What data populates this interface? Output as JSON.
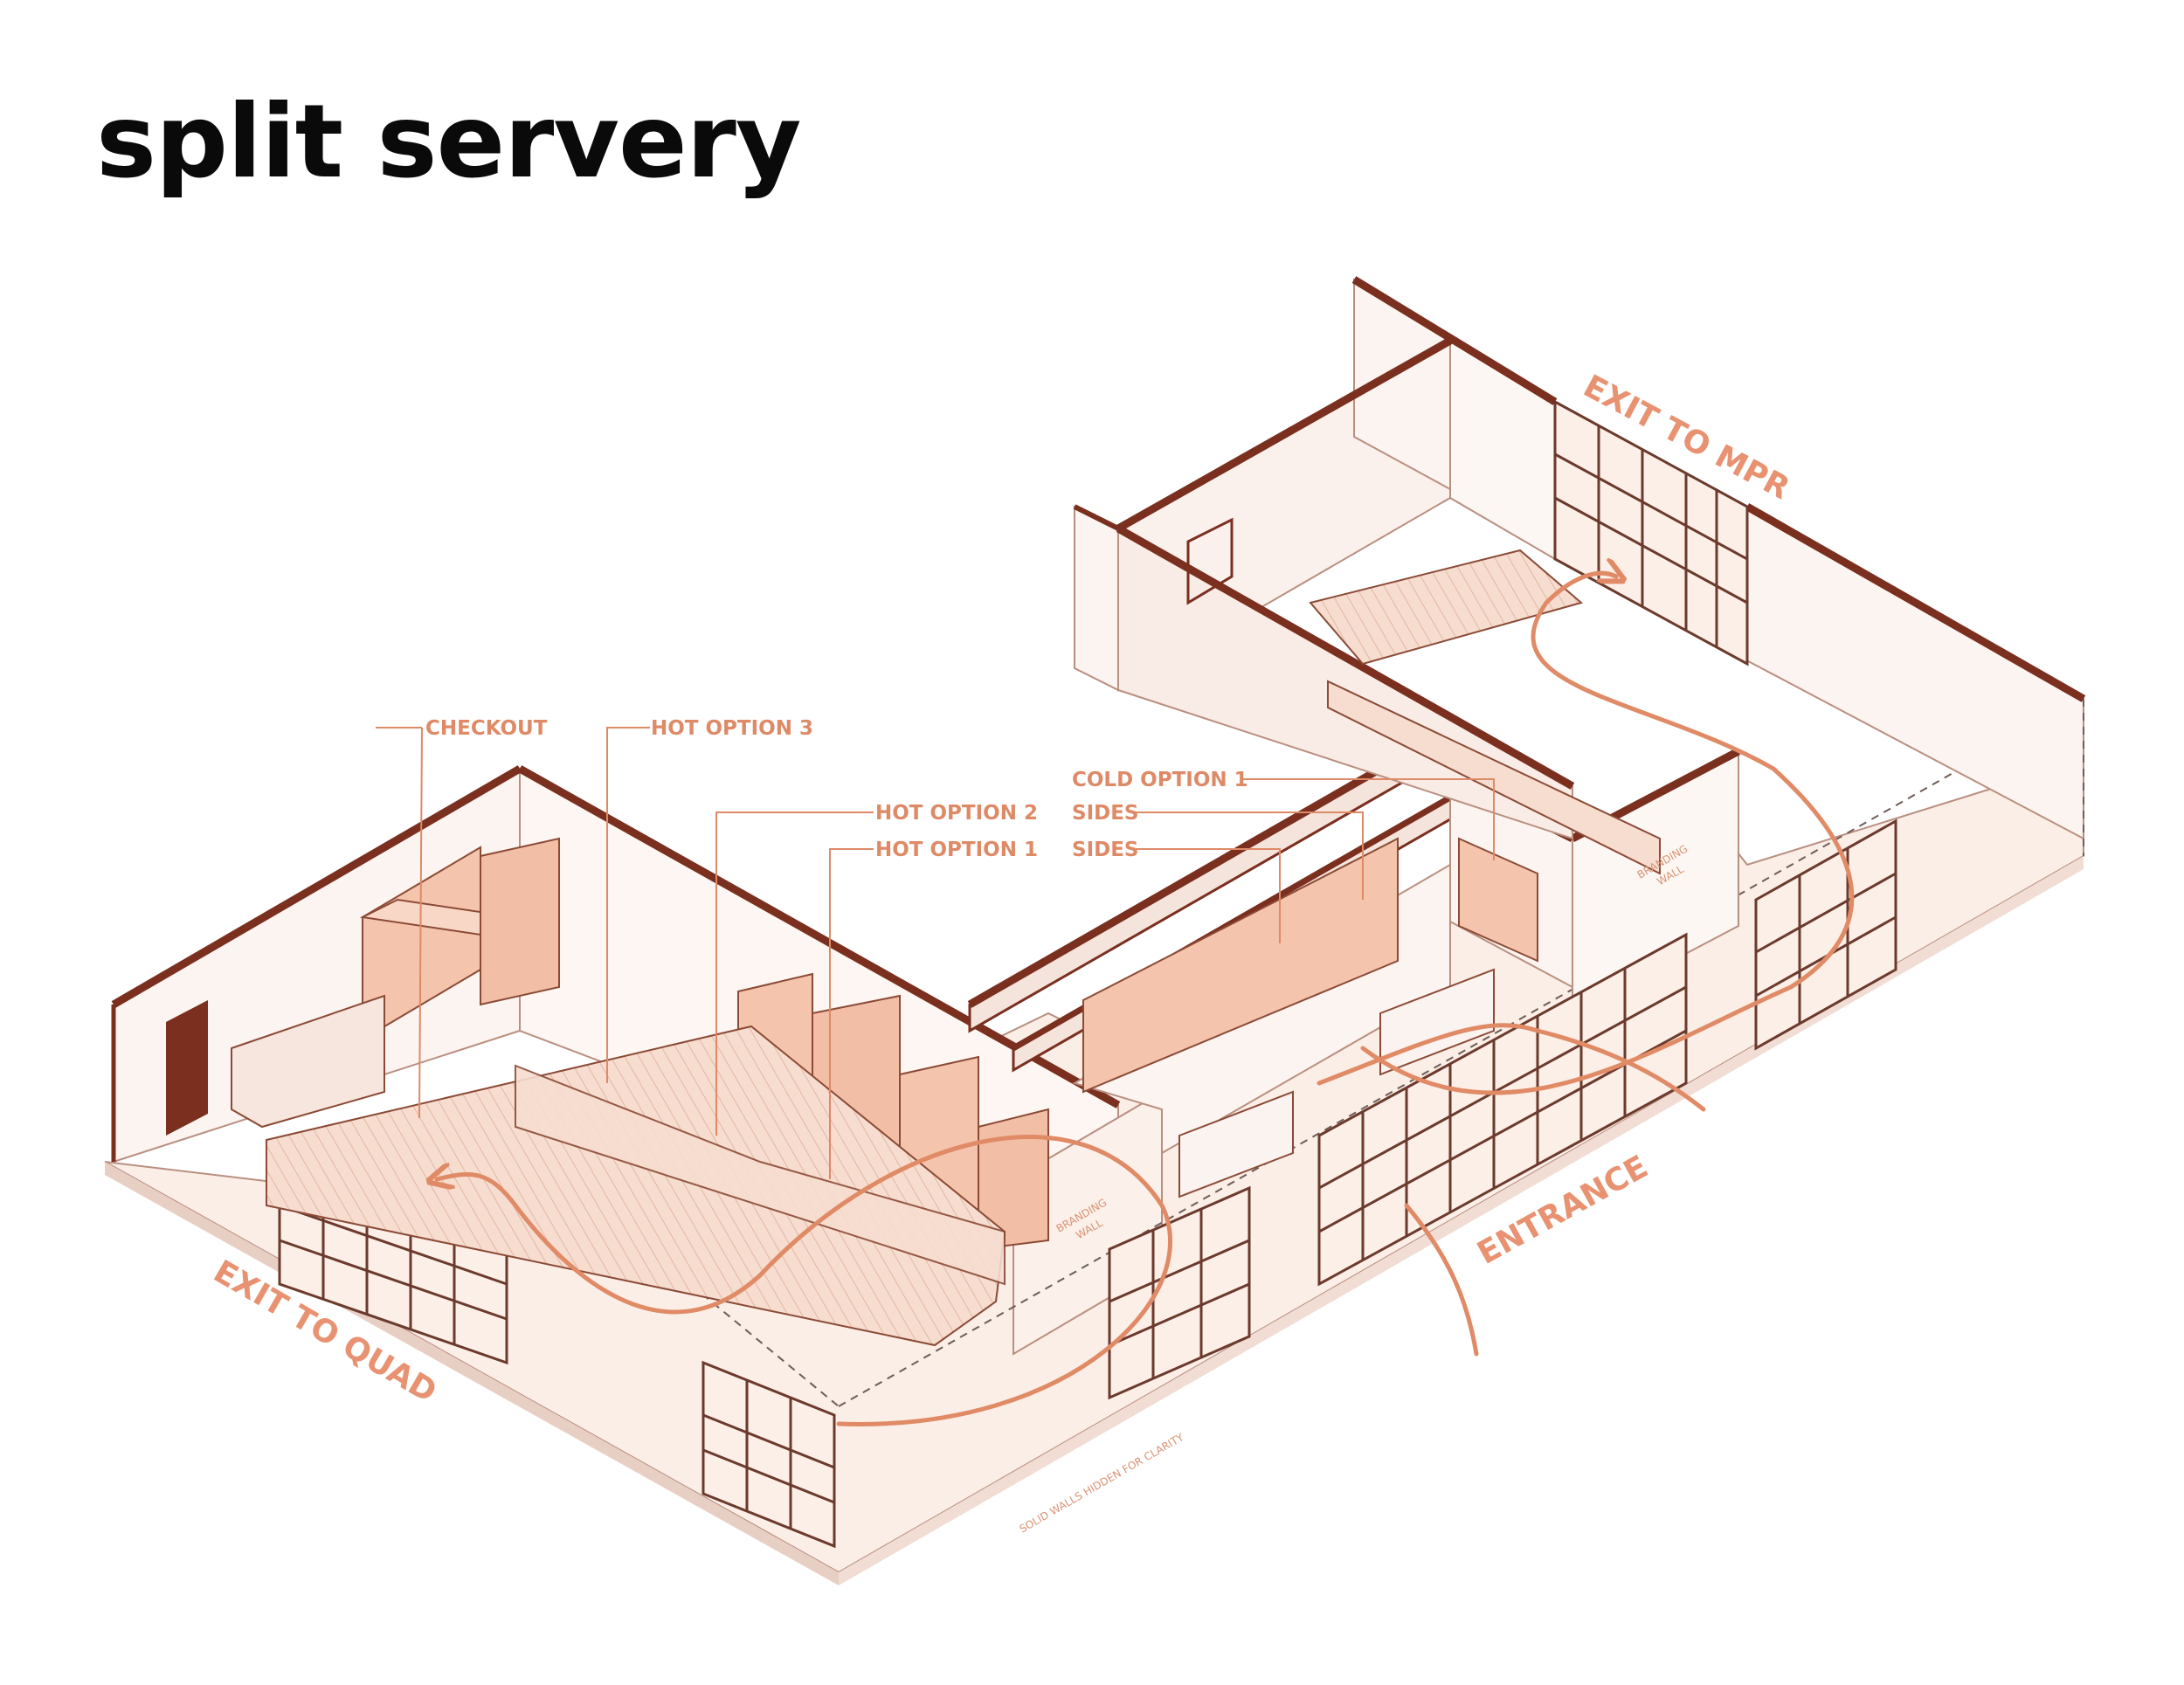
{
  "title": "split servery",
  "callouts": {
    "checkout": "CHECKOUT",
    "hot_option_3": "HOT OPTION 3",
    "hot_option_2": "HOT OPTION 2",
    "hot_option_1": "HOT OPTION 1",
    "cold_option_1": "COLD OPTION 1",
    "sides_upper": "SIDES",
    "sides_lower": "SIDES"
  },
  "circulation": {
    "exit_to_mpr": "EXIT TO MPR",
    "exit_to_quad": "EXIT TO QUAD",
    "entrance": "ENTRANCE"
  },
  "notes": {
    "branding_wall_left_line1": "BRANDING",
    "branding_wall_left_line2": "WALL",
    "branding_wall_right_line1": "BRANDING",
    "branding_wall_right_line2": "WALL",
    "solid_walls": "SOLID WALLS HIDDEN FOR CLARITY"
  },
  "colors": {
    "wall_cap": "#7a2f1f",
    "floor": "#fbeee7",
    "wall_face": "#fcf4f0",
    "accent": "#e08a66",
    "equipment": "#f2c0a8",
    "title": "#0a0a0a"
  }
}
